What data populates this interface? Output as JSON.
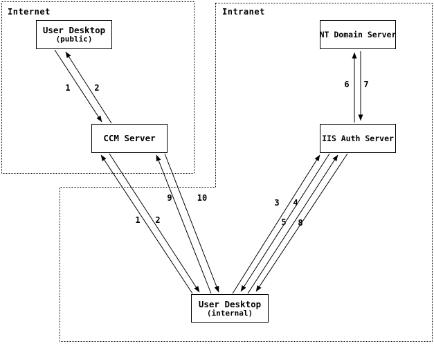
{
  "zones": [
    {
      "id": "internet",
      "label": "Internet"
    },
    {
      "id": "intranet",
      "label": "Intranet"
    }
  ],
  "nodes": {
    "user_desktop_public": {
      "label": "User Desktop",
      "sublabel": "(public)"
    },
    "ccm_server": {
      "label": "CCM Server"
    },
    "nt_domain_server": {
      "label": "NT Domain Server"
    },
    "iis_auth_server": {
      "label": "IIS Auth Server"
    },
    "user_desktop_internal": {
      "label": "User Desktop",
      "sublabel": "(internal)"
    }
  },
  "edges": [
    {
      "label": "1",
      "from": "user_desktop_public",
      "to": "ccm_server"
    },
    {
      "label": "2",
      "from": "ccm_server",
      "to": "user_desktop_public"
    },
    {
      "label": "1",
      "from": "user_desktop_internal",
      "to": "ccm_server"
    },
    {
      "label": "2",
      "from": "ccm_server",
      "to": "user_desktop_internal"
    },
    {
      "label": "3",
      "from": "user_desktop_internal",
      "to": "iis_auth_server"
    },
    {
      "label": "4",
      "from": "iis_auth_server",
      "to": "user_desktop_internal"
    },
    {
      "label": "5",
      "from": "user_desktop_internal",
      "to": "iis_auth_server"
    },
    {
      "label": "6",
      "from": "iis_auth_server",
      "to": "nt_domain_server"
    },
    {
      "label": "7",
      "from": "nt_domain_server",
      "to": "iis_auth_server"
    },
    {
      "label": "8",
      "from": "iis_auth_server",
      "to": "user_desktop_internal"
    },
    {
      "label": "9",
      "from": "user_desktop_internal",
      "to": "ccm_server"
    },
    {
      "label": "10",
      "from": "ccm_server",
      "to": "user_desktop_internal"
    }
  ],
  "colors": {
    "line": "#000000",
    "background": "#ffffff",
    "text": "#000000"
  }
}
